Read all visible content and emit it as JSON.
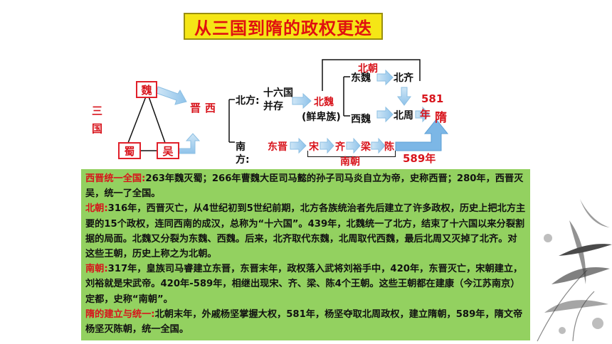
{
  "title": "从三国到隋的政权更迭",
  "diagram": {
    "three_kingdoms_label": "三国",
    "wei": "魏",
    "shu": "蜀",
    "wu": "吴",
    "xijin": "西晋",
    "north_label": "北方:",
    "sixteen_kingdoms": [
      "十六国",
      "并存"
    ],
    "beiwei": "北魏",
    "xianbei": "(鲜卑族)",
    "beichao_label": "北朝",
    "dongwei": "东魏",
    "beiqi": "北齐",
    "xiwei": "西魏",
    "beizhou": "北周",
    "year_581": "581",
    "year_char": "年",
    "sui": "隋",
    "south_label": [
      "南",
      "方:"
    ],
    "dongjin": "东晋",
    "song": "宋",
    "qi": "齐",
    "liang": "梁",
    "chen": "陈",
    "nanchao_label": "南朝",
    "year_589": "589年"
  },
  "panel": {
    "sections": [
      {
        "heading": "西晋统一全国:",
        "text": "263年魏灭蜀；266年曹魏大臣司马懿的孙子司马炎自立为帝，史称西晋；280年，西晋灭吴，统一了全国。"
      },
      {
        "heading": "北朝:",
        "text": "316年，西晋灭亡，从4世纪初到5世纪前期，北方各族统治者先后建立了许多政权，历史上把北方主要的15个政权，连同西南的成汉，总称为“十六国”。439年，北魏统一了北方，结束了十六国以来分裂割据的局面。北魏又分裂为东魏、西魏。后来，北齐取代东魏，北周取代西魏，最后北周又灭掉了北齐。对这些王朝，历史上称之为北朝。"
      },
      {
        "heading": "南朝:",
        "text": "317年，皇族司马睿建立东晋，东晋末年，政权落入武将刘裕手中，420年，东晋灭亡，宋朝建立，刘裕就是宋武帝。420年-589年，相继出现宋、齐、梁、陈4个王朝。这些王朝都在建康（今江苏南京）定都，史称“南朝”。"
      },
      {
        "heading": "隋的建立与统一:",
        "text": "北朝末年，外戚杨坚掌握大权，581年，杨坚夺取北周政权，建立隋朝，589年，隋文帝杨坚灭陈朝，统一全国。"
      }
    ]
  }
}
